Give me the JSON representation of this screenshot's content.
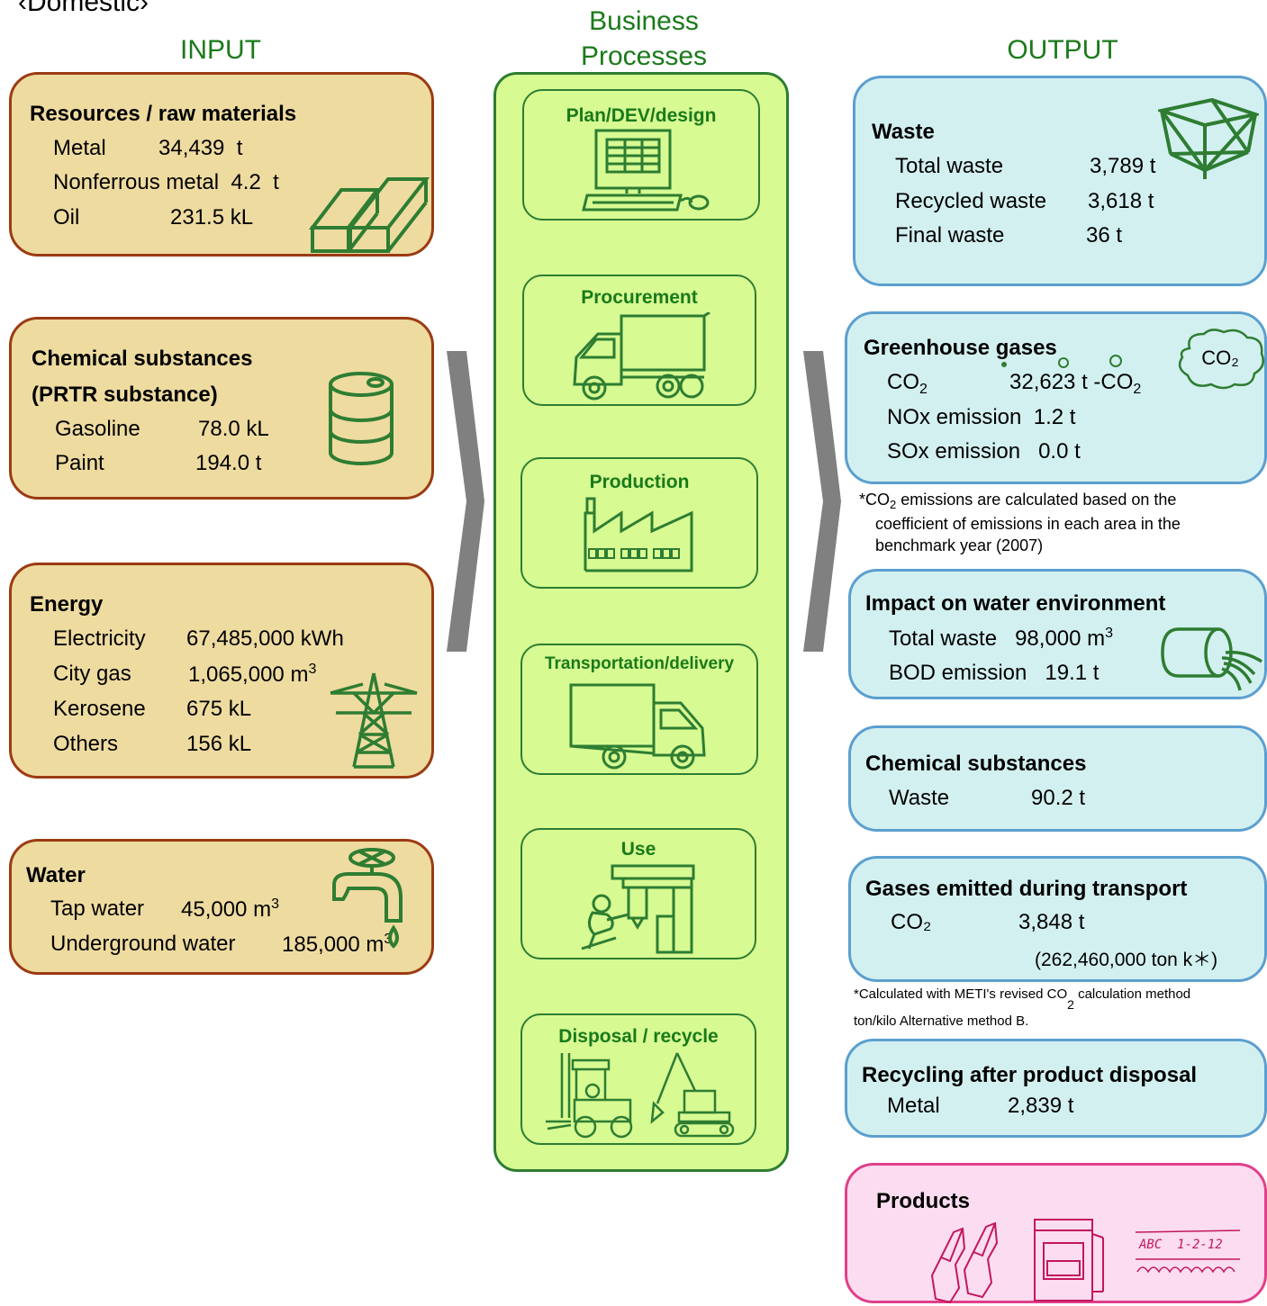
{
  "headers": {
    "domestic": "‹Domestic›",
    "input": "INPUT",
    "business_line1": "Business",
    "business_line2": "Processes",
    "output": "OUTPUT"
  },
  "input": {
    "resources": {
      "title": "Resources / raw materials",
      "rows": [
        {
          "label": "Metal",
          "value": "34,439",
          "unit": "t"
        },
        {
          "label": "Nonferrous metal",
          "value": "4.2",
          "unit": "t"
        },
        {
          "label": "Oil",
          "value": "231.5 kL"
        }
      ]
    },
    "chemical": {
      "title_line1": "Chemical substances",
      "title_line2": "(PRTR substance)",
      "rows": [
        {
          "label": "Gasoline",
          "value": "78.0 kL"
        },
        {
          "label": "Paint",
          "value": "194.0 t"
        }
      ]
    },
    "energy": {
      "title": "Energy",
      "rows": [
        {
          "label": "Electricity",
          "value": "67,485,000 kWh"
        },
        {
          "label": "City gas",
          "value": "1,065,000 m",
          "sup": "3"
        },
        {
          "label": "Kerosene",
          "value": "675 kL"
        },
        {
          "label": "Others",
          "value": "156 kL"
        }
      ]
    },
    "water": {
      "title": "Water",
      "rows": [
        {
          "label": "Tap water",
          "value": "45,000 m",
          "sup": "3"
        },
        {
          "label": "Underground water",
          "value": "185,000 m",
          "sup": "3"
        }
      ]
    }
  },
  "processes": [
    {
      "title": "Plan/DEV/design",
      "icon": "computer-icon"
    },
    {
      "title": "Procurement",
      "icon": "truck-icon"
    },
    {
      "title": "Production",
      "icon": "factory-icon"
    },
    {
      "title": "Transportation/delivery",
      "icon": "delivery-truck-icon"
    },
    {
      "title": "Use",
      "icon": "worker-machine-icon"
    },
    {
      "title": "Disposal / recycle",
      "icon": "forklift-excavator-icon"
    }
  ],
  "output": {
    "waste": {
      "title": "Waste",
      "rows": [
        {
          "label": "Total waste",
          "value": "3,789",
          "unit": "t"
        },
        {
          "label": "Recycled waste",
          "value": "3,618",
          "unit": "t"
        },
        {
          "label": "Final waste",
          "value": "36",
          "unit": "t"
        }
      ]
    },
    "ghg": {
      "title": "Greenhouse gases",
      "co2_label": "CO",
      "co2_sub": "2",
      "co2_value": "32,623",
      "co2_unit": "t",
      "co2_unit2": "-CO",
      "co2_unit2_sub": "2",
      "nox_label": "NOx emission",
      "nox_value": "1.2",
      "nox_unit": "t",
      "sox_label": "SOx emission",
      "sox_value": "0.0",
      "sox_unit": "t",
      "cloud_text": "CO₂"
    },
    "ghg_note": {
      "prefix": "*CO",
      "sub": "2",
      "line1_rest": " emissions are calculated based on the",
      "line2": "coefficient of emissions in each area in the",
      "line3": "benchmark year (2007)"
    },
    "water_env": {
      "title": "Impact on water environment",
      "rows": [
        {
          "label": "Total waste",
          "value": "98,000 m",
          "sup": "3"
        },
        {
          "label": "BOD emission",
          "value": "19.1",
          "unit": "t"
        }
      ]
    },
    "chemical": {
      "title": "Chemical substances",
      "rows": [
        {
          "label": "Waste",
          "value": "90.2",
          "unit": "t"
        }
      ]
    },
    "transport": {
      "title": "Gases emitted during transport",
      "co2_label": "CO₂",
      "co2_value": "3,848",
      "co2_unit": "t",
      "tonk": "(262,460,000 ton k＊)"
    },
    "transport_note": {
      "line1_a": "*Calculated with METI's revised CO",
      "line1_sub": "2",
      "line1_b": " calculation method",
      "line2": "ton/kilo Alternative method B."
    },
    "recycling": {
      "title": "Recycling after product disposal",
      "rows": [
        {
          "label": "Metal",
          "value": "2,839",
          "unit": "t"
        }
      ]
    },
    "products": {
      "title": "Products",
      "sign_text": "ABC  1-2-12"
    }
  },
  "colors": {
    "green_text": "#1a7a1a",
    "input_fill": "#eedba0",
    "input_border": "#9b3b13",
    "output_fill": "#d3f0f0",
    "output_border": "#5b9fcf",
    "process_fill": "#d7fa93",
    "process_border": "#2e7d32",
    "products_fill": "#fcdcf0",
    "products_border": "#e0408a",
    "chevron": "#808080"
  }
}
